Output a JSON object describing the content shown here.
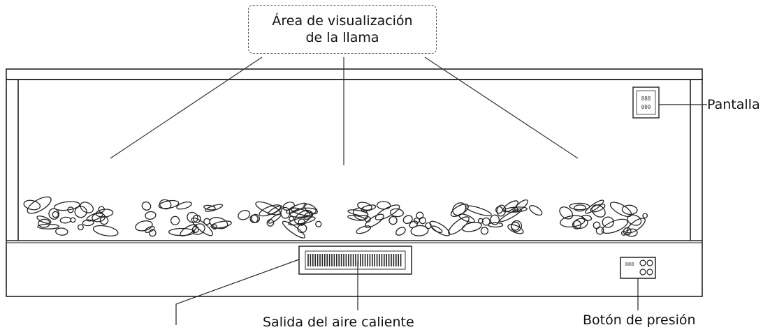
{
  "labels": {
    "flame_area_line1": "Área de visualización",
    "flame_area_line2": "de la llama",
    "display": "Pantalla",
    "hot_air_outlet": "Salida del aire caliente",
    "push_button": "Botón de presión"
  },
  "display_panel": {
    "row1": "888",
    "row2": "000"
  },
  "button_panel": {
    "digits": "888"
  }
}
